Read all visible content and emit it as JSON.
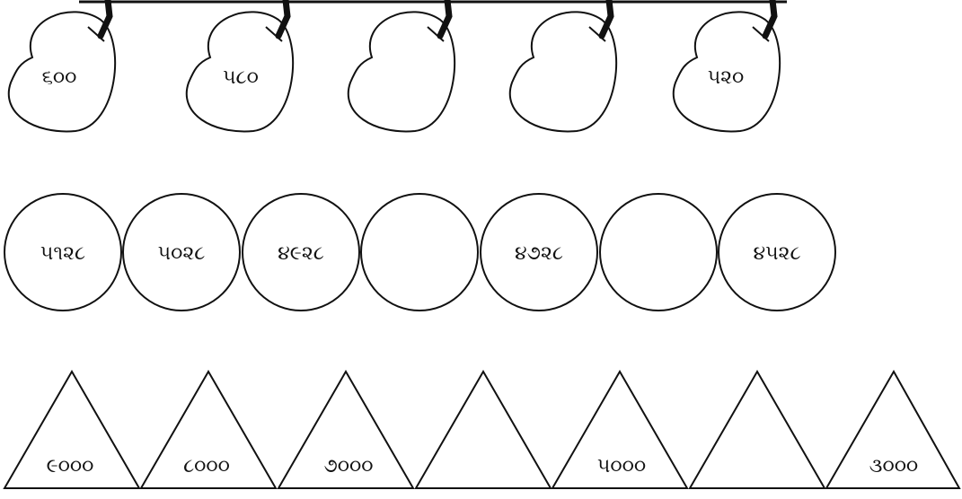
{
  "worksheet": {
    "ink_color": "#111111",
    "background": "#ffffff",
    "mangoes": {
      "labels": [
        "૬૦૦",
        "૫૮૦",
        "",
        "",
        "૫૨૦"
      ]
    },
    "circles": {
      "labels": [
        "૫૧૨૮",
        "૫૦૨૮",
        "૪૯૨૮",
        "",
        "૪૭૨૮",
        "",
        "૪૫૨૮"
      ]
    },
    "triangles": {
      "labels": [
        "૯૦૦૦",
        "૮૦૦૦",
        "૭૦૦૦",
        "",
        "૫૦૦૦",
        "",
        "૩૦૦૦"
      ]
    }
  }
}
